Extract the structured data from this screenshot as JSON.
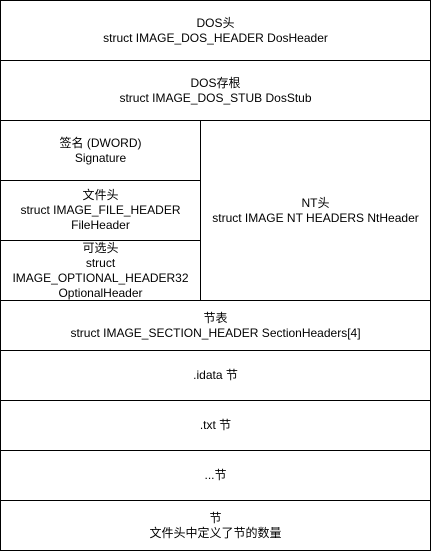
{
  "diagram": {
    "dos_header": {
      "title": "DOS头",
      "subtitle": "struct IMAGE_DOS_HEADER DosHeader"
    },
    "dos_stub": {
      "title": "DOS存根",
      "subtitle": "struct IMAGE_DOS_STUB DosStub"
    },
    "signature": {
      "title": "签名 (DWORD)",
      "subtitle": "Signature"
    },
    "file_header": {
      "title": "文件头",
      "line2": "struct IMAGE_FILE_HEADER",
      "line3": "FileHeader"
    },
    "optional_header": {
      "title": "可选头",
      "line2": "struct",
      "line3": "IMAGE_OPTIONAL_HEADER32",
      "line4": "OptionalHeader"
    },
    "nt_header": {
      "title": "NT头",
      "subtitle": "struct IMAGE NT HEADERS NtHeader"
    },
    "section_table": {
      "title": "节表",
      "subtitle": "struct IMAGE_SECTION_HEADER SectionHeaders[4]"
    },
    "idata_section": {
      "label": ".idata 节"
    },
    "txt_section": {
      "label": ".txt 节"
    },
    "more_sections": {
      "label": "...节"
    },
    "section_note": {
      "title": "节",
      "subtitle": "文件头中定义了节的数量"
    }
  },
  "colors": {
    "border": "#000000",
    "fill": "#ffffff",
    "text": "#000000"
  }
}
